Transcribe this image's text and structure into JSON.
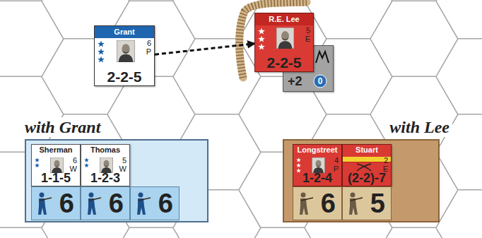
{
  "diagram": {
    "nodes": [
      {
        "text": [
          "Grant",
          "6",
          "P",
          "2-2-5"
        ]
      },
      {
        "text": [
          "R.E. Lee",
          "5",
          "E",
          "2-2-5"
        ]
      },
      {
        "text": [
          "+2",
          "0"
        ]
      },
      {
        "text": [
          "with Grant"
        ]
      },
      {
        "text": [
          "Sherman",
          "6",
          "W",
          "1-1-5"
        ],
        "in": 3
      },
      {
        "text": [
          "Thomas",
          "5",
          "W",
          "1-2-3"
        ],
        "in": 3
      },
      {
        "text": [
          "6"
        ],
        "in": 3
      },
      {
        "text": [
          "6"
        ],
        "in": 3
      },
      {
        "text": [
          "6"
        ],
        "in": 3
      },
      {
        "text": [
          "with Lee"
        ]
      },
      {
        "text": [
          "Longstreet",
          "4",
          "P",
          "1-2-4"
        ],
        "in": 9
      },
      {
        "text": [
          "Stuart",
          "2",
          "E",
          "(2-2)-7"
        ],
        "in": 9
      },
      {
        "text": [
          "6"
        ],
        "in": 9
      },
      {
        "text": [
          "5"
        ],
        "in": 9
      }
    ],
    "edges": [
      {
        "from": 0,
        "to": 1,
        "arrow": "to"
      }
    ]
  }
}
